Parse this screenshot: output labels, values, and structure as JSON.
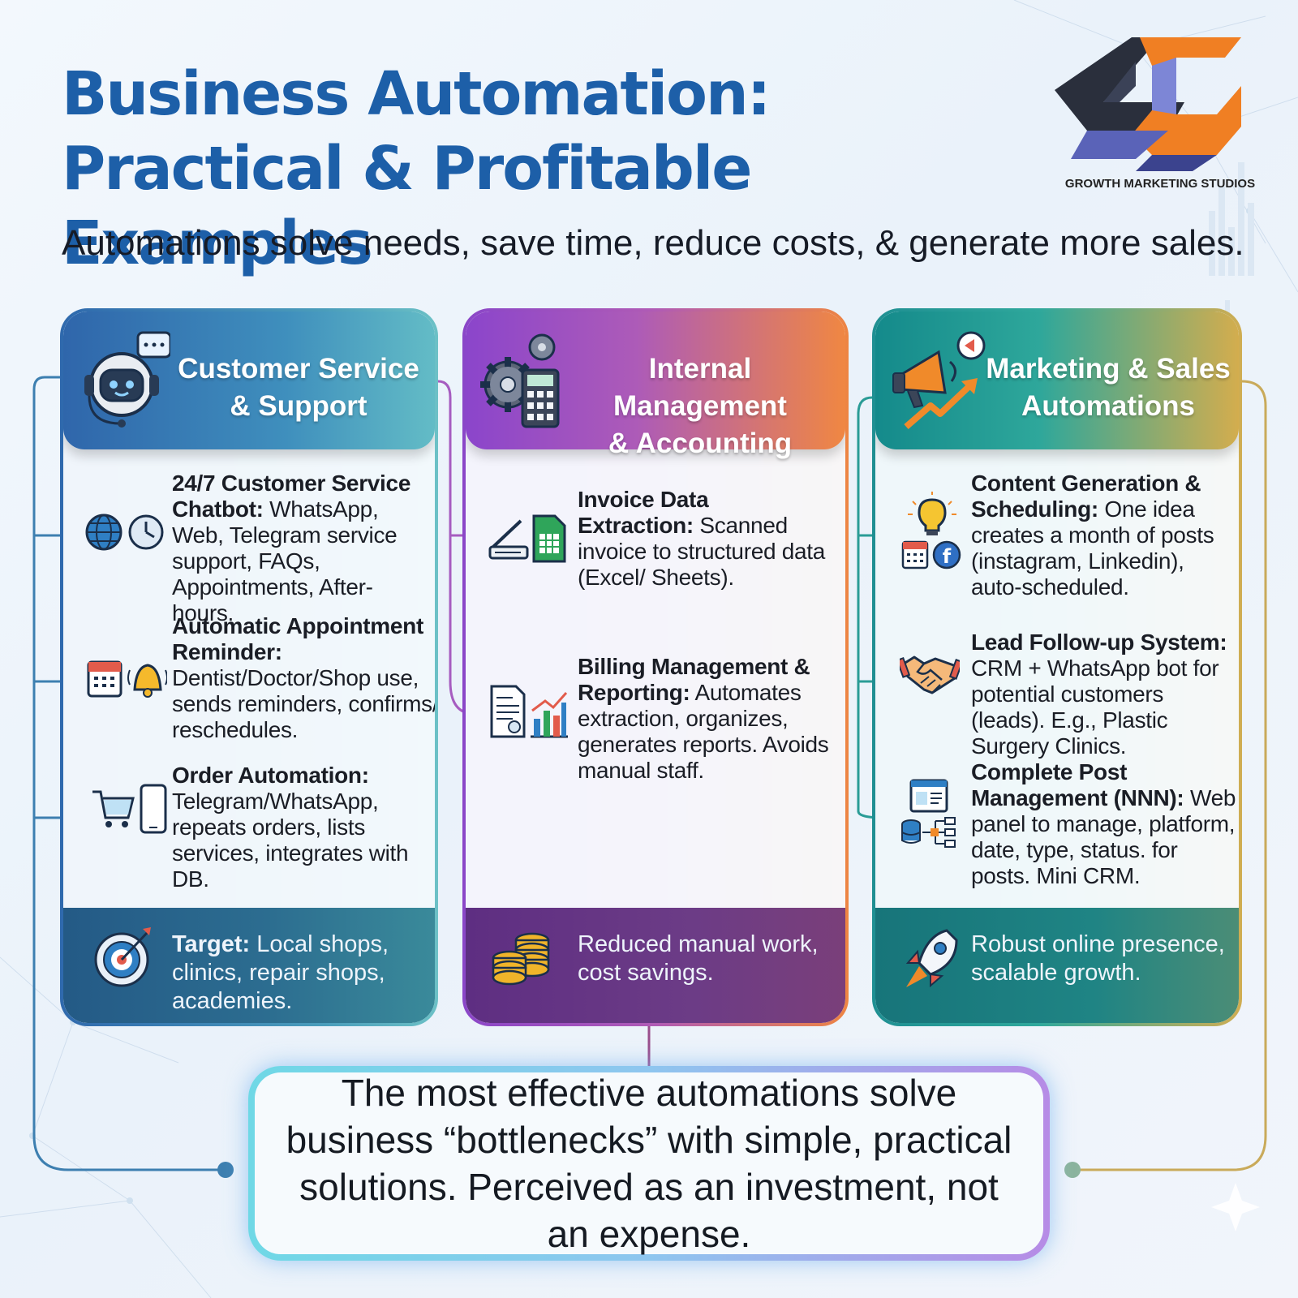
{
  "header": {
    "title_line1": "Business Automation:",
    "title_line2": "Practical & Profitable Examples",
    "subtitle": "Automations solve needs, save time, reduce costs, & generate more sales.",
    "logo_text": "GROWTH MARKETING STUDIOS"
  },
  "columns": [
    {
      "title_line1": "Customer Service",
      "title_line2": "& Support",
      "head_icon": "robot-chat-icon",
      "items": [
        {
          "bold": "24/7 Customer Service Chatbot:",
          "text": " WhatsApp, Web, Telegram service support, FAQs, Appointments, After-hours.",
          "icons": [
            "globe-icon",
            "clock-icon"
          ]
        },
        {
          "bold": "Automatic Appointment Reminder:",
          "text": " Dentist/Doctor/Shop use, sends reminders, confirms/ reschedules.",
          "icons": [
            "calendar-icon",
            "bell-icon"
          ]
        },
        {
          "bold": "Order Automation:",
          "text": " Telegram/WhatsApp, repeats orders, lists services, integrates with DB.",
          "icons": [
            "cart-icon",
            "phone-icon"
          ]
        }
      ],
      "footer_bold": "Target:",
      "footer_text": " Local shops, clinics, repair shops, academies.",
      "footer_icon": "target-icon"
    },
    {
      "title_line1": "Internal Management",
      "title_line2": "& Accounting",
      "head_icon": "gears-calculator-icon",
      "items": [
        {
          "bold": "Invoice Data Extraction:",
          "text": " Scanned invoice to structured data (Excel/ Sheets).",
          "icons": [
            "scanner-icon",
            "spreadsheet-icon"
          ]
        },
        {
          "bold": "Billing Management & Reporting:",
          "text": " Automates extraction, organizes, generates reports. Avoids manual staff.",
          "icons": [
            "invoice-icon",
            "bar-chart-icon"
          ]
        }
      ],
      "footer_bold": "",
      "footer_text": "Reduced manual work, cost savings.",
      "footer_icon": "coins-icon"
    },
    {
      "title_line1": "Marketing & Sales",
      "title_line2": "Automations",
      "head_icon": "megaphone-growth-icon",
      "items": [
        {
          "bold": "Content Generation & Scheduling:",
          "text": " One idea creates a month of posts (instagram, Linkedin), auto-scheduled.",
          "icons": [
            "lightbulb-icon",
            "calendar-icon",
            "facebook-icon"
          ]
        },
        {
          "bold": "Lead Follow-up System:",
          "text": " CRM + WhatsApp bot for potential customers (leads). E.g., Plastic Surgery Clinics.",
          "icons": [
            "handshake-icon"
          ]
        },
        {
          "bold": "Complete Post Management (NNN):",
          "text": " Web panel to manage, platform, date, type, status. for posts. Mini CRM.",
          "icons": [
            "web-panel-icon",
            "database-flow-icon"
          ]
        }
      ],
      "footer_bold": "",
      "footer_text": "Robust online presence, scalable growth.",
      "footer_icon": "rocket-icon"
    }
  ],
  "bottom": {
    "text": "The most effective automations solve business “bottlenecks” with simple, practical solutions. Perceived as an investment, not an expense."
  },
  "colors": {
    "title": "#1d5fa8",
    "col1": "#2f69ad",
    "col2": "#8a46c8",
    "col3": "#1f8f92",
    "accent_orange": "#ee8542",
    "accent_gold": "#d0ad52"
  }
}
